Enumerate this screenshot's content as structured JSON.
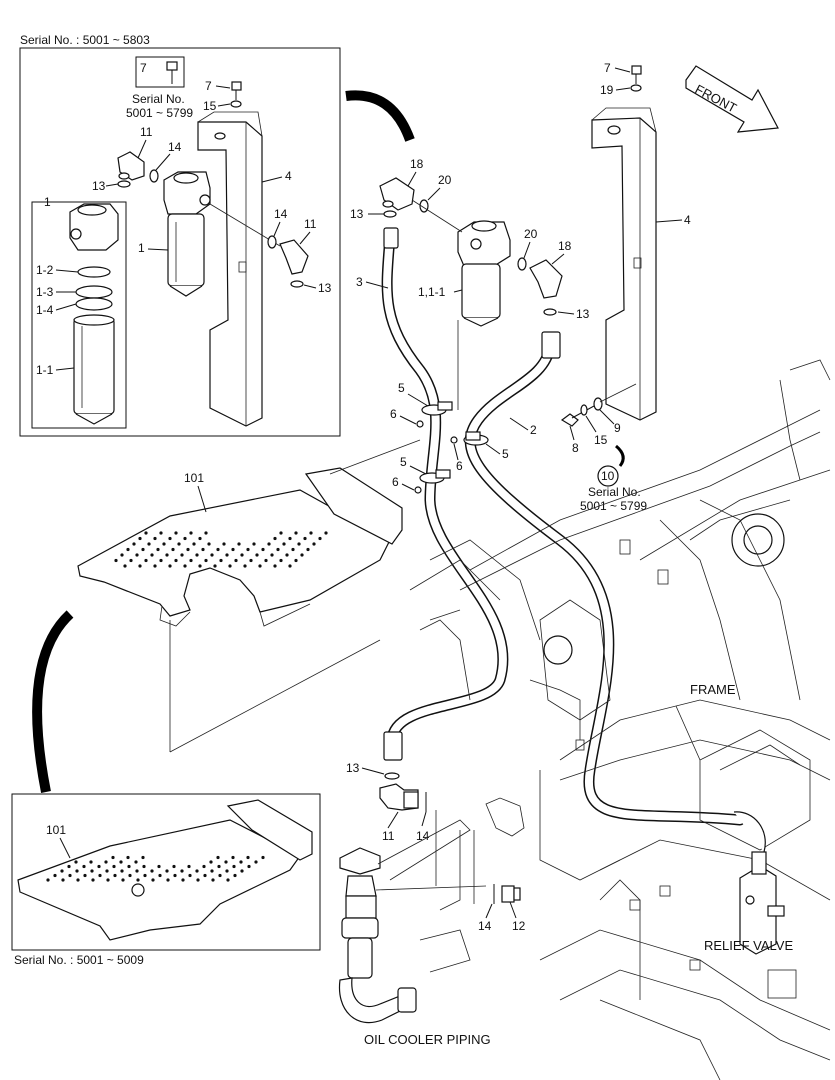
{
  "serial_top": "Serial No. : 5001 ~ 5803",
  "serial_bottom_left": "Serial No. : 5001 ~ 5009",
  "serial_box": {
    "line1": "Serial No.",
    "line2": "5001 ~ 5799"
  },
  "serial_right": {
    "circle": "10",
    "line1": "Serial No.",
    "line2": "5001 ~ 5799"
  },
  "front_label": "FRONT",
  "frame_label": "FRAME",
  "relief_valve_label": "RELIEF VALVE",
  "oil_cooler_label": "OIL COOLER PIPING",
  "callouts": {
    "c7_box": "7",
    "c7a": "7",
    "c15a": "15",
    "c11a": "11",
    "c14a": "14",
    "c13a": "13",
    "c4a": "4",
    "c1a": "1",
    "c14b": "14",
    "c11b": "11",
    "c13b": "13",
    "c1_group": "1",
    "c1_2": "1-2",
    "c1_3": "1-3",
    "c1_4": "1-4",
    "c1_1": "1-1",
    "c7r": "7",
    "c19": "19",
    "c18a": "18",
    "c20a": "20",
    "c13c": "13",
    "c4b": "4",
    "c20b": "20",
    "c18b": "18",
    "c3": "3",
    "c11_1": "1,1-1",
    "c13d": "13",
    "c5a": "5",
    "c6a": "6",
    "c2": "2",
    "c9": "9",
    "c15b": "15",
    "c8": "8",
    "c6b": "6",
    "c5b": "5",
    "c5c": "5",
    "c6c": "6",
    "c101a": "101",
    "c13e": "13",
    "c11c": "11",
    "c14c": "14",
    "c14d": "14",
    "c12": "12",
    "c101b": "101"
  }
}
